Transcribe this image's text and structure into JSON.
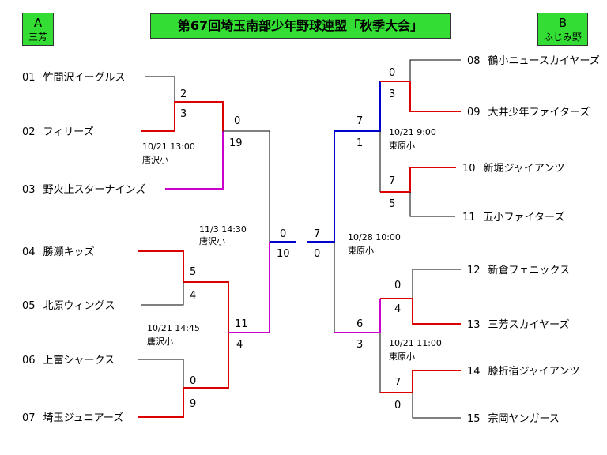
{
  "title": "第67回埼玉南部少年野球連盟「秋季大会」",
  "blocks": {
    "a": {
      "letter": "A",
      "name": "三芳"
    },
    "b": {
      "letter": "B",
      "name": "ふじみ野"
    }
  },
  "colors": {
    "winner": "#dd0000",
    "semifinal": "#cc00cc",
    "final": "#0000cc",
    "neutral": "#000000"
  },
  "teams": [
    {
      "num": "01",
      "name": "竹間沢イーグルス"
    },
    {
      "num": "02",
      "name": "フィリーズ"
    },
    {
      "num": "03",
      "name": "野火止スターナインズ"
    },
    {
      "num": "04",
      "name": "勝瀬キッズ"
    },
    {
      "num": "05",
      "name": "北原ウィングス"
    },
    {
      "num": "06",
      "name": "上富シャークス"
    },
    {
      "num": "07",
      "name": "埼玉ジュニアーズ"
    },
    {
      "num": "08",
      "name": "鶴小ニュースカイヤーズ"
    },
    {
      "num": "09",
      "name": "大井少年ファイターズ"
    },
    {
      "num": "10",
      "name": "新堀ジャイアンツ"
    },
    {
      "num": "11",
      "name": "五小ファイターズ"
    },
    {
      "num": "12",
      "name": "新倉フェニックス"
    },
    {
      "num": "13",
      "name": "三芳スカイヤーズ"
    },
    {
      "num": "14",
      "name": "膝折宿ジャイアンツ"
    },
    {
      "num": "15",
      "name": "宗岡ヤンガース"
    }
  ],
  "scores": {
    "m01_02": [
      "2",
      "3"
    ],
    "mA_top": [
      "0",
      "19"
    ],
    "m04_05": [
      "5",
      "4"
    ],
    "m06_07": [
      "0",
      "9"
    ],
    "mA_bottom": [
      "11",
      "4"
    ],
    "mA_final": [
      "0",
      "10"
    ],
    "m08_09": [
      "0",
      "3"
    ],
    "m10_11": [
      "7",
      "5"
    ],
    "mB_top": [
      "7",
      "1"
    ],
    "m12_13": [
      "0",
      "4"
    ],
    "m14_15": [
      "7",
      "0"
    ],
    "mB_bottom": [
      "6",
      "3"
    ],
    "mB_final": [
      "7",
      "0"
    ]
  },
  "match_info": {
    "a1": {
      "date": "10/21 13:00",
      "venue": "唐沢小"
    },
    "a2": {
      "date": "11/3 14:30",
      "venue": "唐沢小"
    },
    "a3": {
      "date": "10/21 14:45",
      "venue": "唐沢小"
    },
    "b1": {
      "date": "10/21 9:00",
      "venue": "東原小"
    },
    "b2": {
      "date": "10/28 10:00",
      "venue": "東原小"
    },
    "b3": {
      "date": "10/21 11:00",
      "venue": "東原小"
    }
  }
}
